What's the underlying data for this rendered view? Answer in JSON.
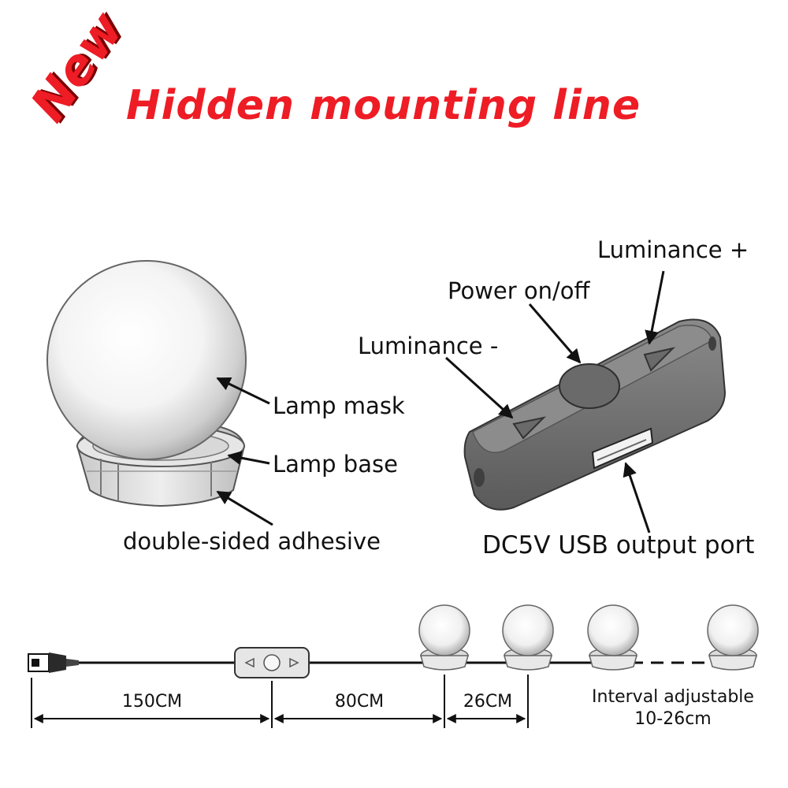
{
  "badge": "New",
  "title": "Hidden mounting line",
  "lamp_labels": {
    "mask": "Lamp mask",
    "base": "Lamp base",
    "adhesive": "double-sided adhesive"
  },
  "switch_labels": {
    "luminance_plus": "Luminance +",
    "power": "Power on/off",
    "luminance_minus": "Luminance -",
    "usb_port": "DC5V USB output port"
  },
  "cable_labels": {
    "seg1": "150CM",
    "seg2": "80CM",
    "seg3": "26CM",
    "interval_line1": "Interval adjustable",
    "interval_line2": "10-26cm"
  },
  "colors": {
    "title_red": "#ee1c25",
    "switch_gray": "#6e6e6e",
    "line": "#111111"
  }
}
